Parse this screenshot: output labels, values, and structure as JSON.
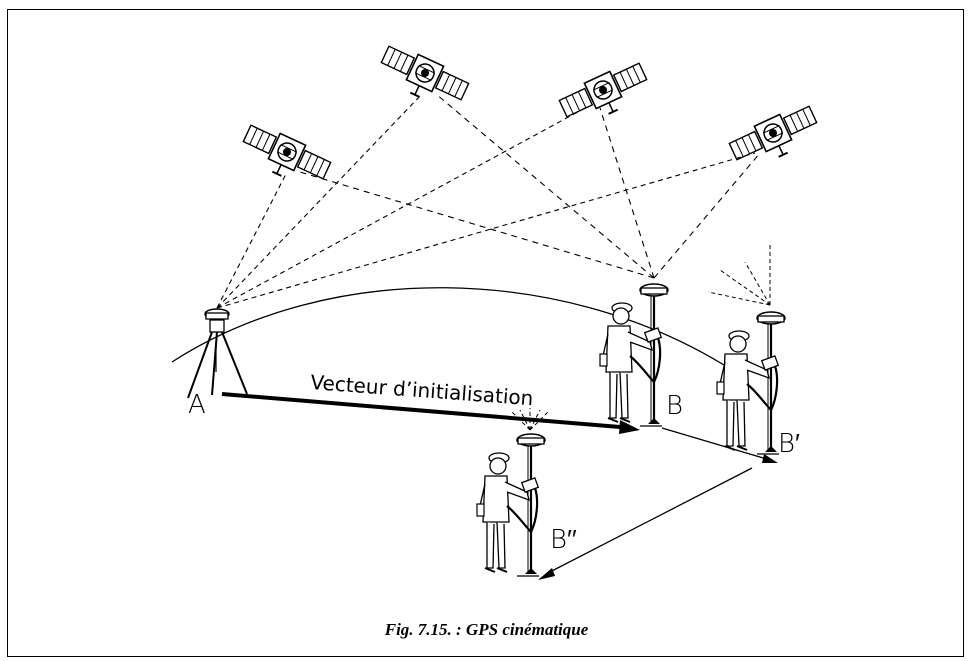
{
  "labels": {
    "point_a": "A",
    "point_b": "B",
    "point_b1": "B′",
    "point_b2": "B′′",
    "vector": "Vecteur d’initialisation"
  },
  "caption": "Fig. 7.15. : GPS cinématique",
  "colors": {
    "ink": "#000000",
    "background": "#ffffff"
  },
  "icons": [
    "satellite-icon",
    "tripod-receiver-icon",
    "surveyor-rover-icon"
  ]
}
